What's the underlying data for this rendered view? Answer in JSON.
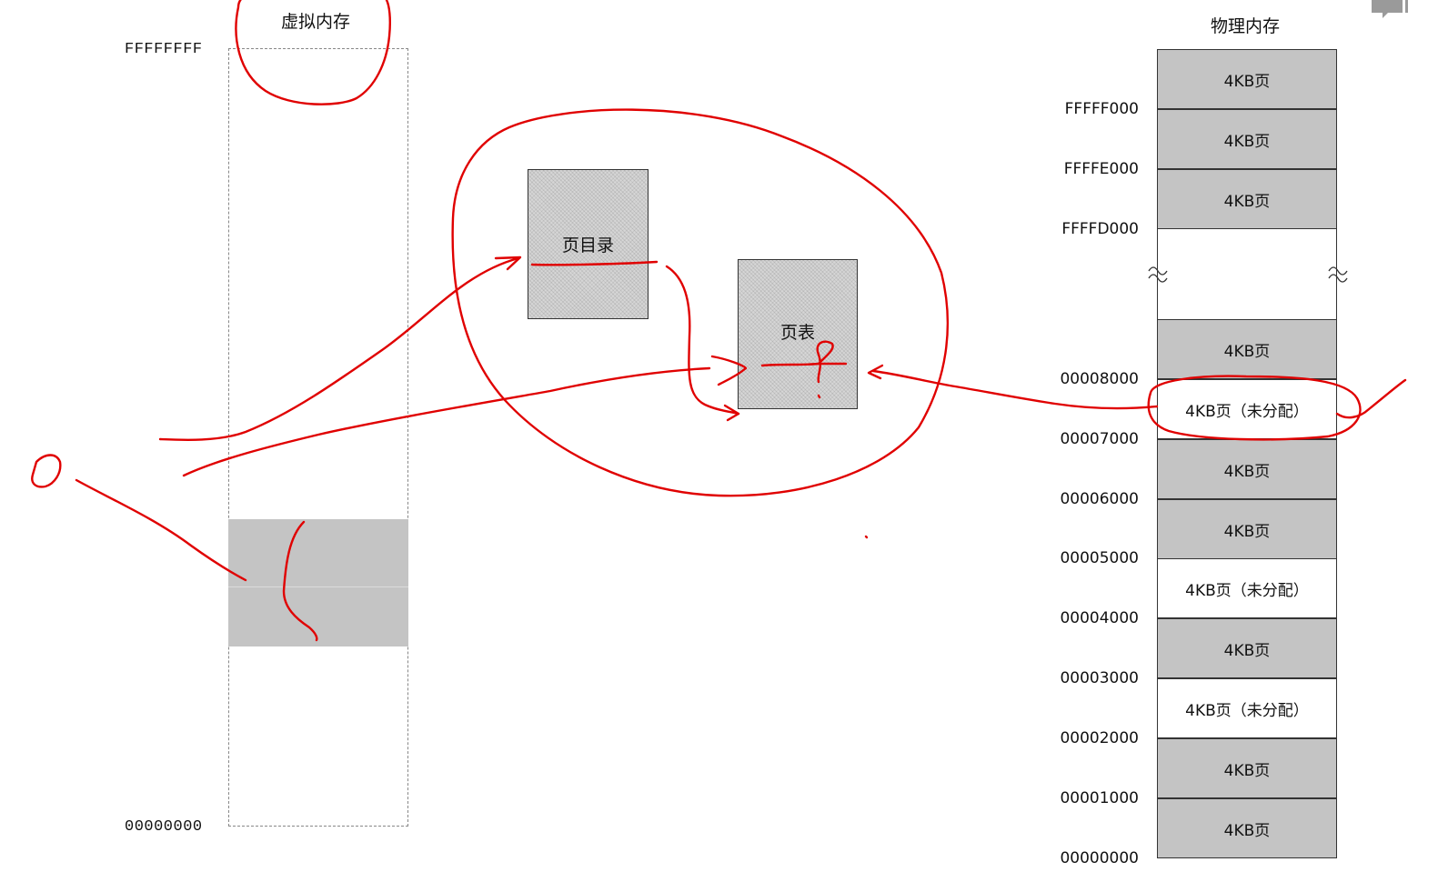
{
  "virtual_memory": {
    "title": "虚拟内存",
    "top_address": "FFFFFFFF",
    "bottom_address": "00000000"
  },
  "structures": {
    "page_directory": "页目录",
    "page_table": "页表"
  },
  "physical_memory": {
    "title": "物理内存",
    "pages": [
      {
        "label": "4KB页",
        "allocated": true
      },
      {
        "label": "4KB页",
        "allocated": true
      },
      {
        "label": "4KB页",
        "allocated": true
      },
      {
        "label": "4KB页",
        "allocated": true
      },
      {
        "label": "4KB页（未分配）",
        "allocated": false
      },
      {
        "label": "4KB页",
        "allocated": true
      },
      {
        "label": "4KB页",
        "allocated": true
      },
      {
        "label": "4KB页（未分配）",
        "allocated": false
      },
      {
        "label": "4KB页",
        "allocated": true
      },
      {
        "label": "4KB页（未分配）",
        "allocated": false
      },
      {
        "label": "4KB页",
        "allocated": true
      },
      {
        "label": "4KB页",
        "allocated": true
      }
    ],
    "addresses": [
      "FFFFF000",
      "FFFFE000",
      "FFFFD000",
      "00008000",
      "00007000",
      "00006000",
      "00005000",
      "00004000",
      "00003000",
      "00002000",
      "00001000",
      "00000000"
    ]
  },
  "colors": {
    "annotation": "#e00000",
    "allocated_page": "#c4c4c4",
    "free_page": "#ffffff"
  }
}
